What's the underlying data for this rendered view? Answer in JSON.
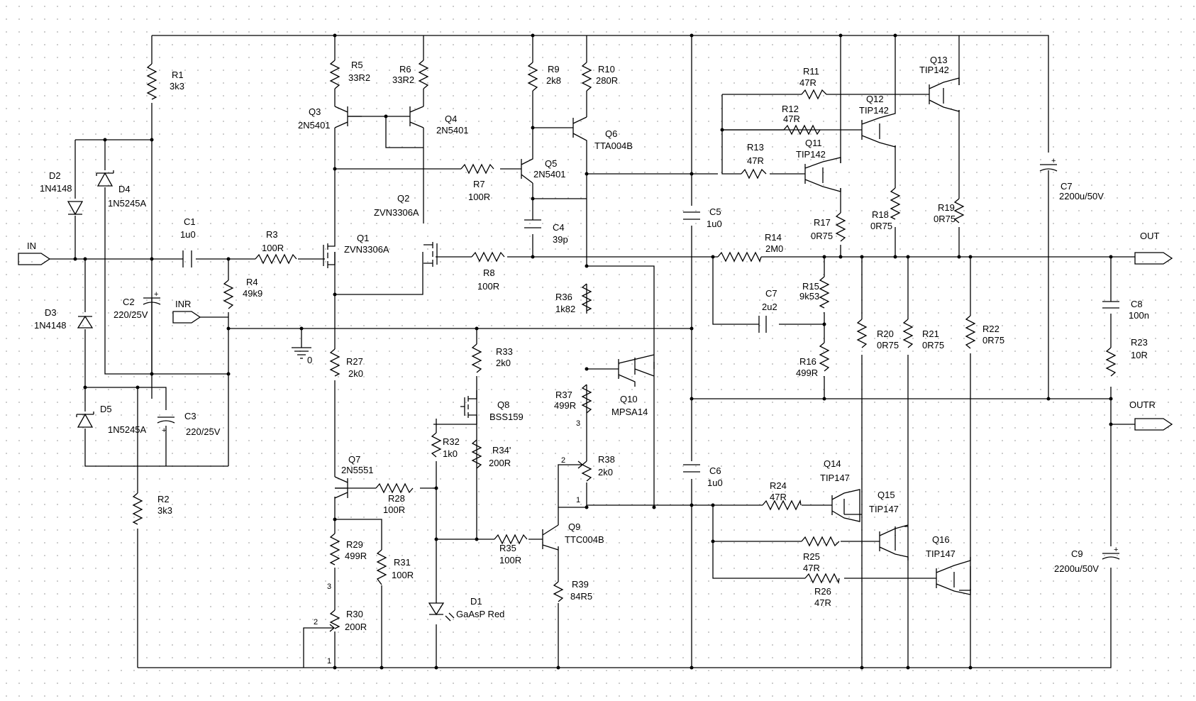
{
  "ports": {
    "in": "IN",
    "inr": "INR",
    "out": "OUT",
    "outr": "OUTR",
    "gnd": "0"
  },
  "components": {
    "R1": {
      "ref": "R1",
      "value": "3k3"
    },
    "R2": {
      "ref": "R2",
      "value": "3k3"
    },
    "R3": {
      "ref": "R3",
      "value": "100R"
    },
    "R4": {
      "ref": "R4",
      "value": "49k9"
    },
    "R5": {
      "ref": "R5",
      "value": "33R2"
    },
    "R6": {
      "ref": "R6",
      "value": "33R2"
    },
    "R7": {
      "ref": "R7",
      "value": "100R"
    },
    "R8": {
      "ref": "R8",
      "value": "100R"
    },
    "R9": {
      "ref": "R9",
      "value": "2k8"
    },
    "R10": {
      "ref": "R10",
      "value": "280R"
    },
    "R11": {
      "ref": "R11",
      "value": "47R"
    },
    "R12": {
      "ref": "R12",
      "value": "47R"
    },
    "R13": {
      "ref": "R13",
      "value": "47R"
    },
    "R14": {
      "ref": "R14",
      "value": "2M0"
    },
    "R15": {
      "ref": "R15",
      "value": "9k53"
    },
    "R16": {
      "ref": "R16",
      "value": "499R"
    },
    "R17": {
      "ref": "R17",
      "value": "0R75"
    },
    "R18": {
      "ref": "R18",
      "value": "0R75"
    },
    "R19": {
      "ref": "R19",
      "value": "0R75"
    },
    "R20": {
      "ref": "R20",
      "value": "0R75"
    },
    "R21": {
      "ref": "R21",
      "value": "0R75"
    },
    "R22": {
      "ref": "R22",
      "value": "0R75"
    },
    "R23": {
      "ref": "R23",
      "value": "10R"
    },
    "R24": {
      "ref": "R24",
      "value": "47R"
    },
    "R25": {
      "ref": "R25",
      "value": "47R"
    },
    "R26": {
      "ref": "R26",
      "value": "47R"
    },
    "R27": {
      "ref": "R27",
      "value": "2k0"
    },
    "R28": {
      "ref": "R28",
      "value": "100R"
    },
    "R29": {
      "ref": "R29",
      "value": "499R"
    },
    "R30": {
      "ref": "R30",
      "value": "200R"
    },
    "R31": {
      "ref": "R31",
      "value": "100R"
    },
    "R32": {
      "ref": "R32",
      "value": "1k0"
    },
    "R33": {
      "ref": "R33",
      "value": "2k0"
    },
    "R34": {
      "ref": "R34'",
      "value": "200R"
    },
    "R35": {
      "ref": "R35",
      "value": "100R"
    },
    "R36": {
      "ref": "R36",
      "value": "1k82"
    },
    "R37": {
      "ref": "R37",
      "value": "499R"
    },
    "R38": {
      "ref": "R38",
      "value": "2k0"
    },
    "R39": {
      "ref": "R39",
      "value": "84R5"
    },
    "C1": {
      "ref": "C1",
      "value": "1u0"
    },
    "C2": {
      "ref": "C2",
      "value": "220/25V"
    },
    "C3": {
      "ref": "C3",
      "value": "220/25V"
    },
    "C4": {
      "ref": "C4",
      "value": "39p"
    },
    "C5": {
      "ref": "C5",
      "value": "1u0"
    },
    "C6": {
      "ref": "C6",
      "value": "1u0"
    },
    "C7a": {
      "ref": "C7",
      "value": "2u2"
    },
    "C7b": {
      "ref": "C7",
      "value": "2200u/50V"
    },
    "C8": {
      "ref": "C8",
      "value": "100n"
    },
    "C9": {
      "ref": "C9",
      "value": "2200u/50V"
    },
    "D1": {
      "ref": "D1",
      "value": "GaAsP Red"
    },
    "D2": {
      "ref": "D2",
      "value": "1N4148"
    },
    "D3": {
      "ref": "D3",
      "value": "1N4148"
    },
    "D4": {
      "ref": "D4",
      "value": "1N5245A"
    },
    "D5": {
      "ref": "D5",
      "value": "1N5245A"
    },
    "Q1": {
      "ref": "Q1",
      "value": "ZVN3306A"
    },
    "Q2": {
      "ref": "Q2",
      "value": "ZVN3306A"
    },
    "Q3": {
      "ref": "Q3",
      "value": "2N5401"
    },
    "Q4": {
      "ref": "Q4",
      "value": "2N5401"
    },
    "Q5": {
      "ref": "Q5",
      "value": "2N5401"
    },
    "Q6": {
      "ref": "Q6",
      "value": "TTA004B"
    },
    "Q7": {
      "ref": "Q7",
      "value": "2N5551"
    },
    "Q8": {
      "ref": "Q8",
      "value": "BSS159"
    },
    "Q9": {
      "ref": "Q9",
      "value": "TTC004B"
    },
    "Q10": {
      "ref": "Q10",
      "value": "MPSA14"
    },
    "Q11": {
      "ref": "Q11",
      "value": "TIP142"
    },
    "Q12": {
      "ref": "Q12",
      "value": "TIP142"
    },
    "Q13": {
      "ref": "Q13",
      "value": "TIP142"
    },
    "Q14": {
      "ref": "Q14",
      "value": "TIP147"
    },
    "Q15": {
      "ref": "Q15",
      "value": "TIP147"
    },
    "Q16": {
      "ref": "Q16",
      "value": "TIP147"
    }
  },
  "pins": {
    "p1": "1",
    "p2": "2",
    "p3": "3"
  }
}
